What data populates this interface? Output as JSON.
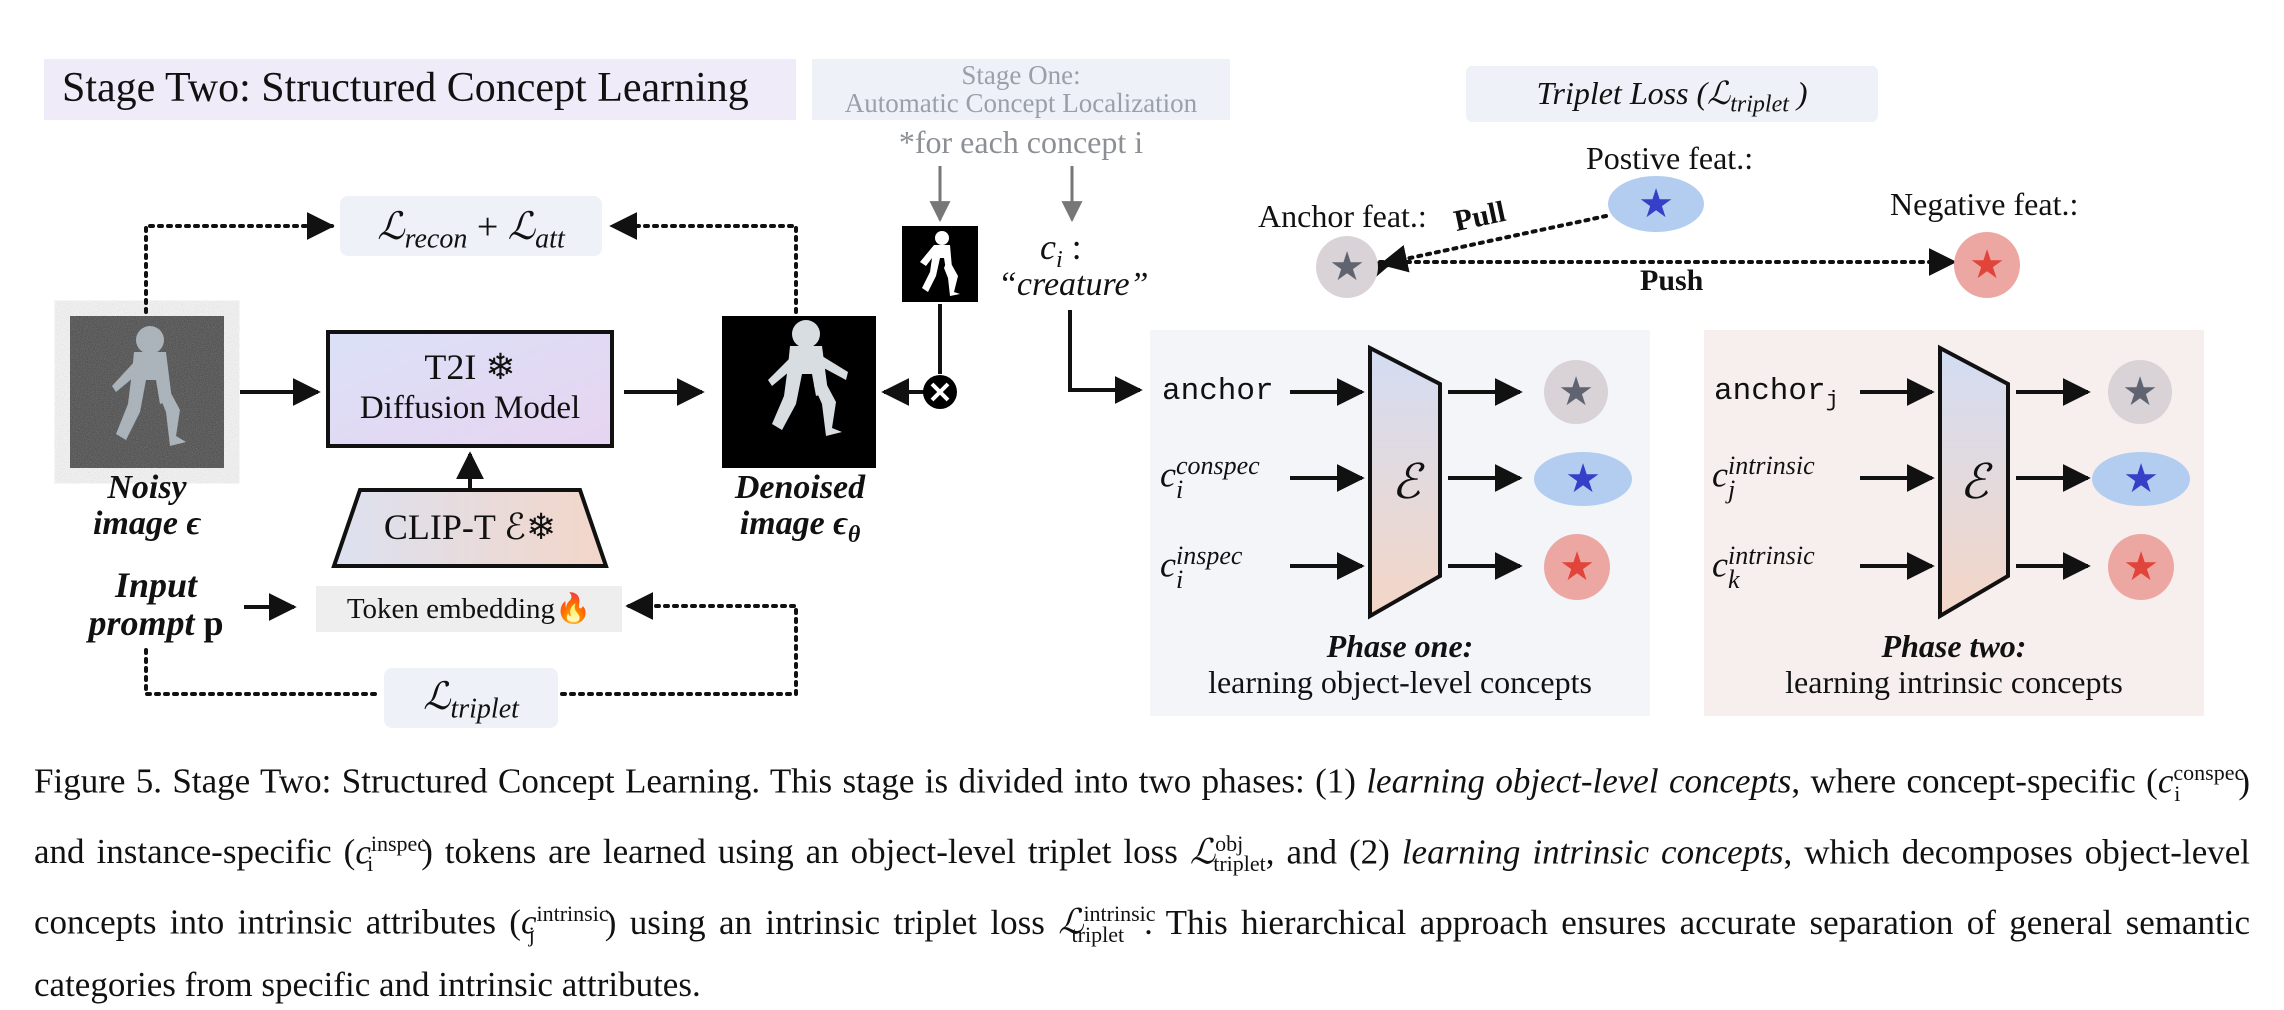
{
  "stage_two": {
    "title": "Stage Two: Structured Concept Learning"
  },
  "stage_one": {
    "line1": "Stage One:",
    "line2": "Automatic Concept Localization",
    "note": "*for each concept i"
  },
  "losses": {
    "recon_att": "ℒrecon + ℒatt",
    "recon_main": "ℒ",
    "recon_sub": "recon",
    "plus": "+",
    "att_main": "ℒ",
    "att_sub": "att",
    "triplet_main": "ℒ",
    "triplet_sub": "triplet"
  },
  "triplet_header": {
    "prefix": "Triplet Loss (",
    "script": "ℒ",
    "sub": "triplet",
    "suffix": " )"
  },
  "features": {
    "anchor": "Anchor feat.:",
    "positive": "Postive feat.:",
    "negative": "Negative feat.:",
    "pull": "Pull",
    "push": "Push"
  },
  "model": {
    "t2i": "T2I ❄",
    "diffusion": "Diffusion Model",
    "clip": "CLIP-T ℰ❄",
    "token": "Token embedding🔥"
  },
  "images": {
    "noisy_line1": "Noisy",
    "noisy_line2": "image ϵ",
    "denoised_line1": "Denoised",
    "denoised_line2": "image ϵ",
    "denoised_sub": "θ",
    "input_line1": "Input",
    "input_line2": "prompt ",
    "input_bold": "p"
  },
  "concept": {
    "c": "c",
    "sub": "i",
    "colon": " :",
    "value": "“creature”"
  },
  "phase_one": {
    "anchor": "anchor",
    "c1_sup": "conspec",
    "c1_sub": "i",
    "c2_sup": "inspec",
    "c2_sub": "i",
    "encoder": "ℰ",
    "title": "Phase one:",
    "subtitle": "learning object-level concepts"
  },
  "phase_two": {
    "anchor": "anchor",
    "anchor_sub": "j",
    "c1_sup": "intrinsic",
    "c1_sub": "j",
    "c2_sup": "intrinsic",
    "c2_sub": "k",
    "encoder": "ℰ",
    "title": "Phase two:",
    "subtitle": "learning intrinsic concepts"
  },
  "caption": {
    "p1": "Figure 5.  Stage Two: Structured Concept Learning.  This stage is divided into two phases: (1) ",
    "i1": "learning object-level concepts",
    "p2": ", where concept-specific (",
    "c": "c",
    "sup_conspec": "conspec",
    "sub_i": "i",
    "p3": ") and instance-specific (",
    "sup_inspec": "inspec",
    "p4": ") tokens are learned using an object-level triplet loss ",
    "L": "ℒ",
    "sup_obj": "obj",
    "sub_triplet": "triplet",
    "p5": ", and (2) ",
    "i2": "learning intrinsic concepts",
    "p6": ", which decomposes object-level concepts into intrinsic attributes (",
    "sup_intrinsic": "intrinsic",
    "sub_j": "j",
    "p7": ") using an intrinsic triplet loss ",
    "p8": ". This hierarchical approach ensures accurate separation of general semantic categories from specific and intrinsic attributes."
  },
  "colors": {
    "anchor": "#d9d3d7",
    "positive": "#b3cdf0",
    "negative": "#eda7a3",
    "star_anchor": "#5f6470",
    "star_positive": "#3340c7",
    "star_negative": "#e0443a"
  }
}
